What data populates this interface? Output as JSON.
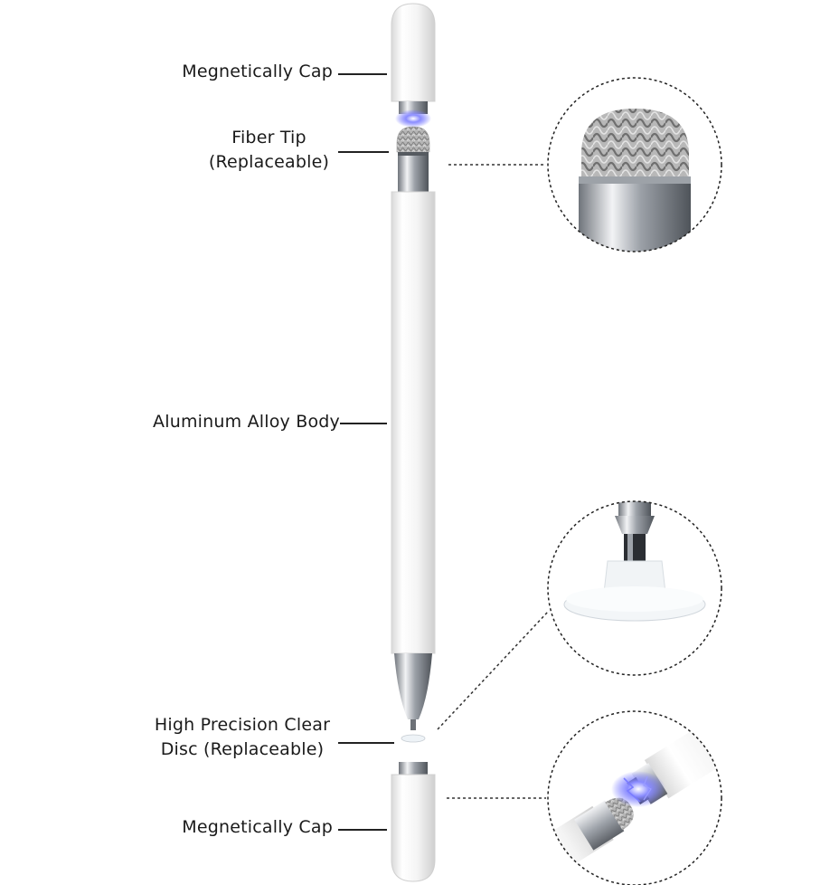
{
  "labels": {
    "cap_top": "Megnetically Cap",
    "fiber_tip_line1": "Fiber Tip",
    "fiber_tip_line2": "(Replaceable)",
    "body": "Aluminum Alloy Body",
    "disc_line1": "High Precision Clear",
    "disc_line2": "Disc (Replaceable)",
    "cap_bottom": "Megnetically Cap"
  },
  "colors": {
    "pen_white": "#f7f7f7",
    "metal": "#b8bcc2",
    "magnet_glow": "#6a6cff",
    "text": "#1a1a1a"
  }
}
